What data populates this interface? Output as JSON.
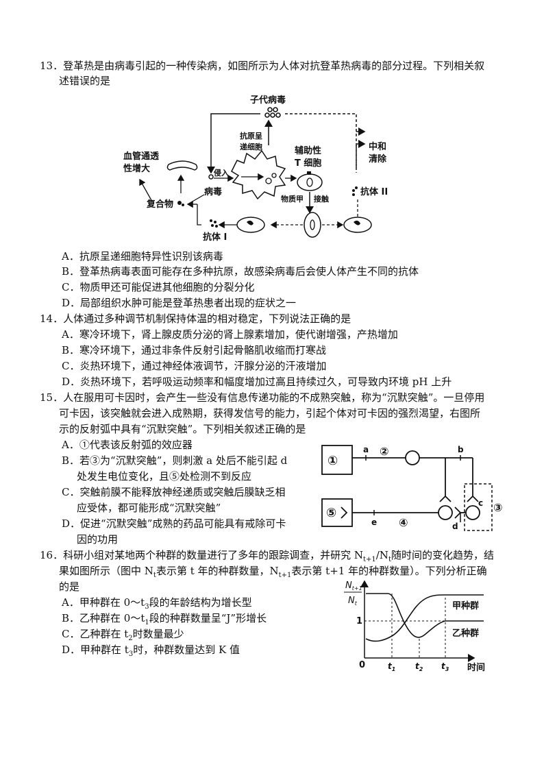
{
  "q13": {
    "line1": "13．登革热是由病毒引起的一种传染病，如图所示为人体对抗登革热病毒的部分过程。下列相关叙",
    "line2": "述错误的是",
    "diagram": {
      "offspring_virus": "子代病毒",
      "apc_line1": "抗原呈",
      "apc_line2": "递细胞",
      "th_line1": "辅助性",
      "th_line2": "T 细胞",
      "neutralize_line1": "中和",
      "neutralize_line2": "清除",
      "vascular_line1": "血管通透",
      "vascular_line2": "性增大",
      "invade": "侵入",
      "virus": "病毒",
      "complex": "复合物",
      "substance_a": "物质甲",
      "contact": "接触",
      "antibody_1": "抗体 I",
      "antibody_2": "抗体 II"
    },
    "options": [
      "A．抗原呈递细胞特异性识别该病毒",
      "B．登革热病毒表面可能存在多种抗原，故感染病毒后会使人体产生不同的抗体",
      "C．物质甲还可能促进其他细胞的分裂分化",
      "D．局部组织水肿可能是登革热患者出现的症状之一"
    ]
  },
  "q14": {
    "line1": "14．人体通过多种调节机制保持体温的相对稳定，下列说法正确的是",
    "options": [
      "A．寒冷环境下，肾上腺皮质分泌的肾上腺素增加，使代谢增强，产热增加",
      "B．寒冷环境下，通过非条件反射引起骨骼肌收缩而打寒战",
      "C．炎热环境下，通过神经体液调节，汗腺分泌的汗液增加",
      "D．炎热环境下，若呼吸运动频率和幅度增加过高且持续过久，可导致内环境 pH 上升"
    ]
  },
  "q15": {
    "line1": "15．人在服用可卡因时，会产生一些没有信息传递功能的不成熟突触，称为“沉默突触”。一旦停用",
    "line2": "可卡因，该突触就会进入成熟期，获得发信号的能力，引起个体对可卡因的强烈渴望，右图所",
    "line3": "示的反射弧中具有“沉默突触”。下列相关叙述正确的是",
    "opt_a": "A．①代表该反射弧的效应器",
    "opt_b1": "B．若③为“沉默突触”，则刺激 a 处后不能引起 d",
    "opt_b2": "处发生电位变化，且⑤处检测不到反应",
    "opt_c1": "C．突触前膜不能释放神经递质或突触后膜缺乏相",
    "opt_c2": "应受体，都可能形成“沉默突触”",
    "opt_d1": "D．促进“沉默突触”成熟的药品可能具有戒除可卡",
    "opt_d2": "因的功用",
    "diagram": {
      "n1": "①",
      "n2": "②",
      "n3": "③",
      "n4": "④",
      "n5": "⑤",
      "a": "a",
      "b": "b",
      "c": "c",
      "d": "d",
      "e": "e"
    }
  },
  "q16": {
    "line1": "16．科研小组对某地两个种群的数量进行了多年的跟踪调查，并研究 N",
    "line1_sub1": "t+1",
    "line1_mid": "/N",
    "line1_sub2": "t",
    "line1_end": "随时间的变化趋势，结",
    "line2": "果如图所示（图中 N",
    "line2_sub1": "t",
    "line2_mid": "表示第 t 年的种群数量，N",
    "line2_sub2": "t+1",
    "line2_end": "表示第 t+1 年的种群数量）。下列分析正确",
    "line3": "的是",
    "opt_a_pre": "A．甲种群在 0～t",
    "opt_a_sub": "3",
    "opt_a_post": "段的年龄结构为增长型",
    "opt_b_pre": "B．乙种群在 0～t",
    "opt_b_sub": "1",
    "opt_b_post": "段的种群数量呈“J”形增长",
    "opt_c_pre": "C．乙种群在 t",
    "opt_c_sub": "2",
    "opt_c_post": "时数量最少",
    "opt_d_pre": "D．甲种群在 t",
    "opt_d_sub": "3",
    "opt_d_post": "时，种群数量达到 K 值",
    "graph": {
      "ylabel_num": "N",
      "ylabel_num_sub": "t+1",
      "ylabel_den": "N",
      "ylabel_den_sub": "t",
      "y_one": "1",
      "origin": "0",
      "t1": "t",
      "t1_sub": "1",
      "t2": "t",
      "t2_sub": "2",
      "t3": "t",
      "t3_sub": "3",
      "xlabel": "时间",
      "series_jia": "甲种群",
      "series_yi": "乙种群"
    }
  }
}
